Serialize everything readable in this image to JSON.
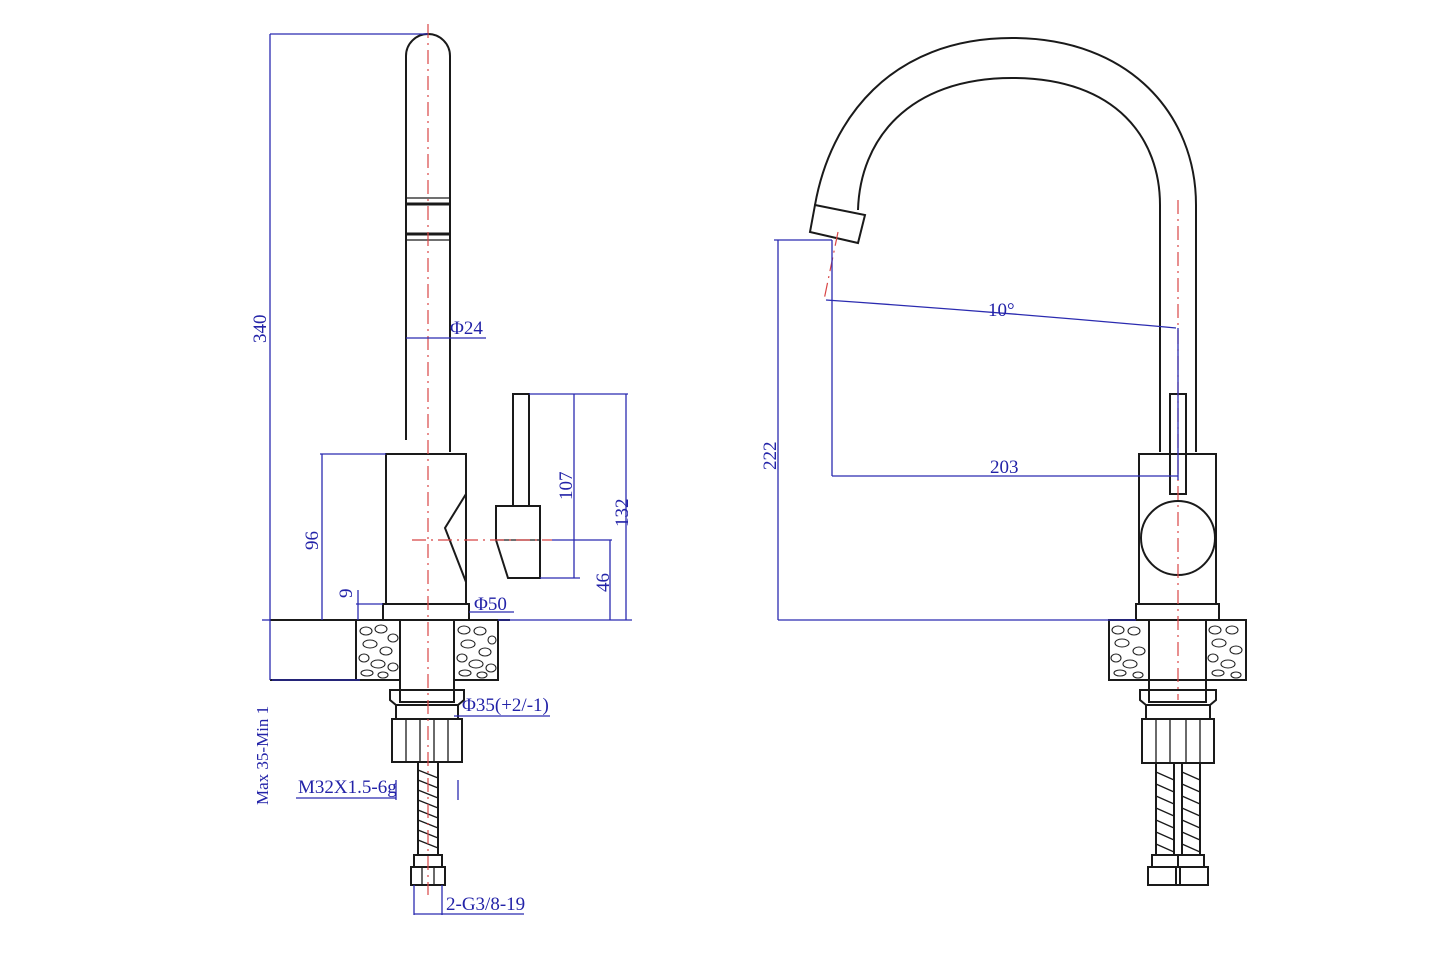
{
  "colors": {
    "object_line": "#1a1a1a",
    "dimension_line": "#2b2bb0",
    "dimension_text": "#2323a8",
    "center_line": "#d84545",
    "background": "#ffffff"
  },
  "side_view": {
    "dim_height_total": "340",
    "dim_spout_diameter": "Φ24",
    "dim_body_height": "96",
    "dim_base_thickness": "9",
    "dim_base_diameter": "Φ50",
    "dim_handle_height": "107",
    "dim_handle_total": "132",
    "dim_handle_axis": "46",
    "dim_hole_diameter": "Φ35(+2/-1)",
    "dim_counter_thickness": "Max  35-Min  1",
    "dim_thread": "M32X1.5-6g",
    "dim_hose": "2-G3/8-19"
  },
  "front_view": {
    "dim_outlet_height": "222",
    "dim_angle": "10°",
    "dim_reach": "203"
  }
}
